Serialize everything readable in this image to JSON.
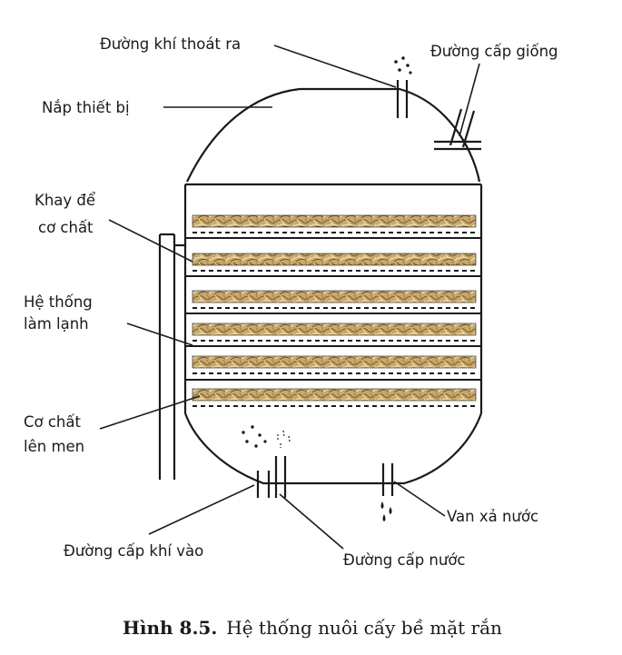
{
  "labels": {
    "gas_outlet": "Đường khí thoát ra",
    "seed_feed": "Đường cấp giống",
    "lid": "Nắp thiết bị",
    "tray_line1": "Khay để",
    "tray_line2": "cơ chất",
    "cooling_line1": "Hệ thống",
    "cooling_line2": "làm lạnh",
    "substrate_line1": "Cơ chất",
    "substrate_line2": "lên men",
    "drain_valve": "Van xả nước",
    "air_inlet": "Đường cấp khí vào",
    "water_inlet": "Đường cấp nước"
  },
  "caption": {
    "prefix": "Hình 8.5.",
    "text": "Hệ thống nuôi cấy bề mặt rắn"
  },
  "colors": {
    "outline": "#1a1a1a",
    "substrate_base": "#c9a96b",
    "substrate_dark": "#8a6a38",
    "substrate_light": "#efe0b8"
  },
  "tray_count": 6
}
